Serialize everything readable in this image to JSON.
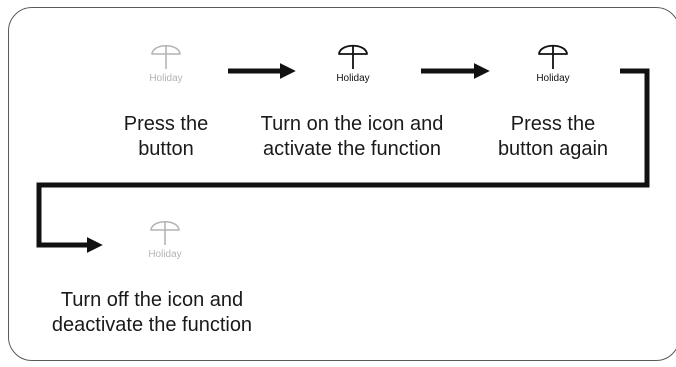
{
  "steps": [
    {
      "icon": "umbrella-icon",
      "icon_label": "Holiday",
      "state": "off",
      "caption": [
        "Press the",
        "button"
      ]
    },
    {
      "icon": "umbrella-icon",
      "icon_label": "Holiday",
      "state": "on",
      "caption": [
        "Turn on the icon and",
        "activate the function"
      ]
    },
    {
      "icon": "umbrella-icon",
      "icon_label": "Holiday",
      "state": "on",
      "caption": [
        "Press the",
        "button again"
      ]
    },
    {
      "icon": "umbrella-icon",
      "icon_label": "Holiday",
      "state": "off",
      "caption": [
        "Turn off the icon and",
        "deactivate the function"
      ]
    }
  ],
  "colors": {
    "icon_off": "#b4b4b4",
    "icon_on": "#111111",
    "arrow": "#111111",
    "frame": "#5a5a5a"
  }
}
